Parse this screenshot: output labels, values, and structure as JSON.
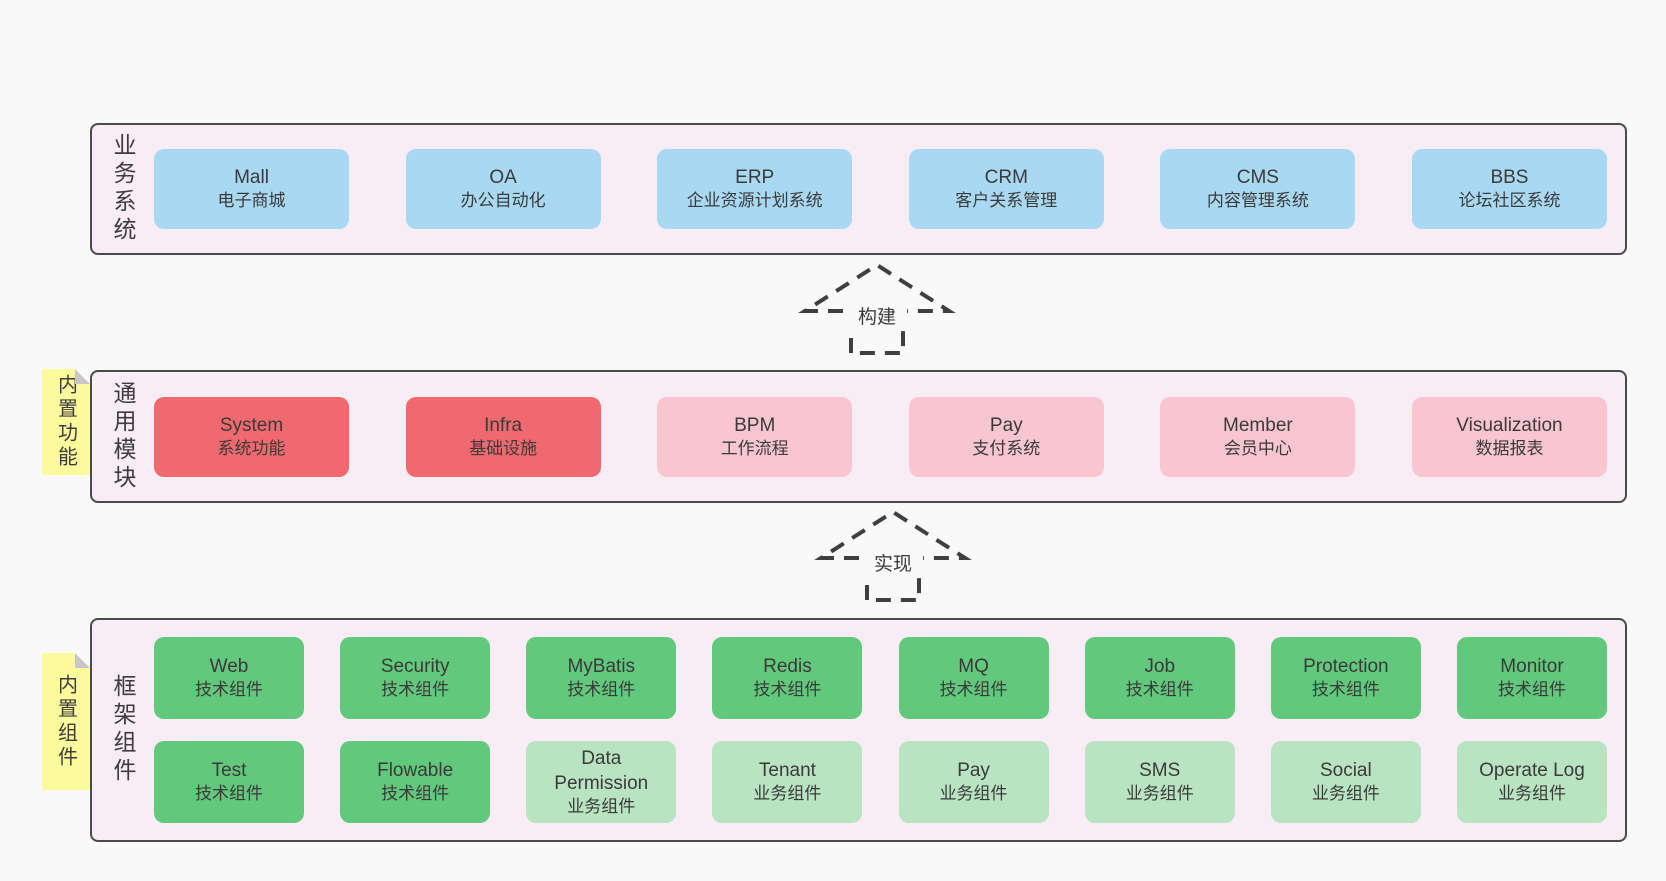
{
  "colors": {
    "page_bg": "#f9f9f9",
    "panel_bg": "#f8edf5",
    "panel_border": "#4a4a4a",
    "blue": "#a9d9f2",
    "red": "#f0696e",
    "pink": "#f9c6d0",
    "green": "#61c87c",
    "light_green": "#b9e4c1",
    "sticky_yellow": "#fbfa9d",
    "fold_gray": "#c7c7c7",
    "text": "#3a3a3a"
  },
  "arrows": [
    {
      "label": "构建"
    },
    {
      "label": "实现"
    }
  ],
  "layers": [
    {
      "side_label": "业务系统",
      "boxes": [
        {
          "name": "Mall",
          "desc": "电子商城"
        },
        {
          "name": "OA",
          "desc": "办公自动化"
        },
        {
          "name": "ERP",
          "desc": "企业资源计划系统"
        },
        {
          "name": "CRM",
          "desc": "客户关系管理"
        },
        {
          "name": "CMS",
          "desc": "内容管理系统"
        },
        {
          "name": "BBS",
          "desc": "论坛社区系统"
        }
      ]
    },
    {
      "side_label": "通用模块",
      "sticky_note": "内置功能",
      "boxes": [
        {
          "name": "System",
          "desc": "系统功能"
        },
        {
          "name": "Infra",
          "desc": "基础设施"
        },
        {
          "name": "BPM",
          "desc": "工作流程"
        },
        {
          "name": "Pay",
          "desc": "支付系统"
        },
        {
          "name": "Member",
          "desc": "会员中心"
        },
        {
          "name": "Visualization",
          "desc": "数据报表"
        }
      ]
    },
    {
      "side_label": "框架组件",
      "sticky_note": "内置组件",
      "rows": [
        [
          {
            "name": "Web",
            "desc": "技术组件"
          },
          {
            "name": "Security",
            "desc": "技术组件"
          },
          {
            "name": "MyBatis",
            "desc": "技术组件"
          },
          {
            "name": "Redis",
            "desc": "技术组件"
          },
          {
            "name": "MQ",
            "desc": "技术组件"
          },
          {
            "name": "Job",
            "desc": "技术组件"
          },
          {
            "name": "Protection",
            "desc": "技术组件"
          },
          {
            "name": "Monitor",
            "desc": "技术组件"
          }
        ],
        [
          {
            "name": "Test",
            "desc": "技术组件"
          },
          {
            "name": "Flowable",
            "desc": "技术组件"
          },
          {
            "name": "Data Permission",
            "desc": "业务组件"
          },
          {
            "name": "Tenant",
            "desc": "业务组件"
          },
          {
            "name": "Pay",
            "desc": "业务组件"
          },
          {
            "name": "SMS",
            "desc": "业务组件"
          },
          {
            "name": "Social",
            "desc": "业务组件"
          },
          {
            "name": "Operate Log",
            "desc": "业务组件"
          }
        ]
      ]
    }
  ]
}
